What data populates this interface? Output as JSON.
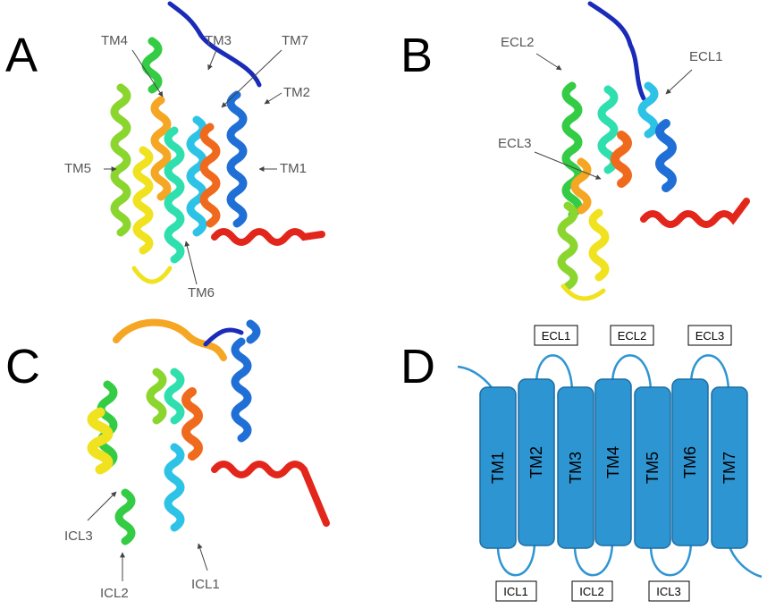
{
  "panels": {
    "a": {
      "letter": "A",
      "labels": [
        "TM4",
        "TM3",
        "TM7",
        "TM2",
        "TM5",
        "TM1",
        "TM6"
      ]
    },
    "b": {
      "letter": "B",
      "labels": [
        "ECL2",
        "ECL1",
        "ECL3"
      ]
    },
    "c": {
      "letter": "C",
      "labels": [
        "ICL3",
        "ICL2",
        "ICL1"
      ]
    },
    "d": {
      "letter": "D",
      "helices": [
        "TM1",
        "TM2",
        "TM3",
        "TM4",
        "TM5",
        "TM6",
        "TM7"
      ],
      "extracellular_loops": [
        "ECL1",
        "ECL2",
        "ECL3"
      ],
      "intracellular_loops": [
        "ICL1",
        "ICL2",
        "ICL3"
      ]
    }
  },
  "colors": {
    "diagram_helix": "#2e95d3",
    "rainbow": [
      "#1a2bb8",
      "#1f6fd6",
      "#2cc3e6",
      "#2fdfae",
      "#33cc44",
      "#8bd52f",
      "#f0e21f",
      "#f5a623",
      "#f06a1e",
      "#e3261b"
    ]
  }
}
